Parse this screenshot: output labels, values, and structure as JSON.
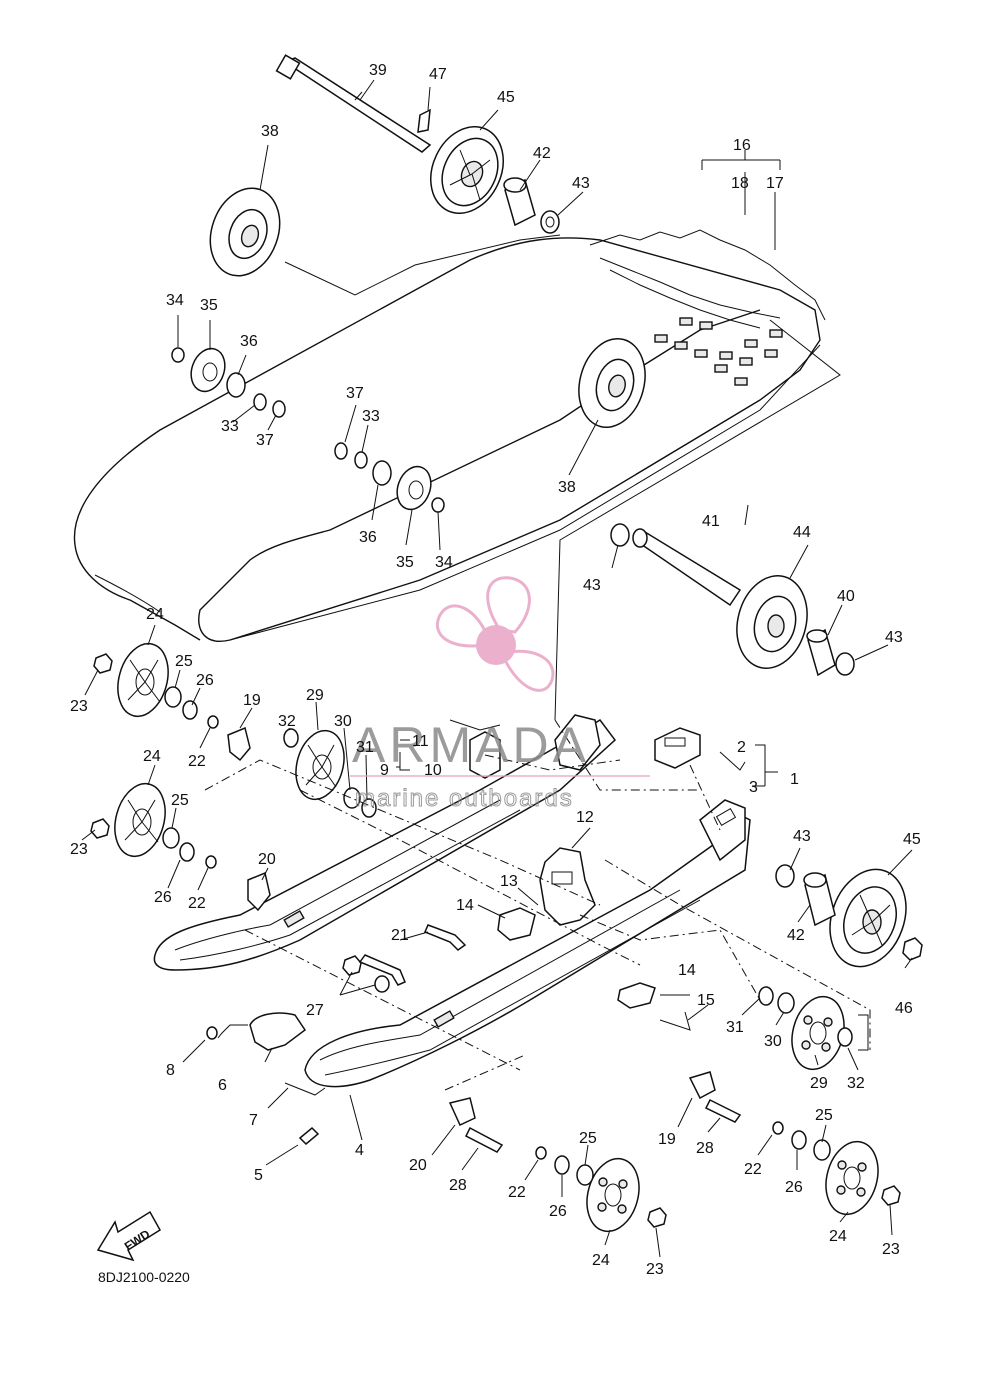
{
  "diagram_code": "8DJ2100-0220",
  "fwd_label": "FWD",
  "watermark": {
    "title": "ARMADA",
    "subtitle": "marine outboards",
    "color": "#e8a3c4"
  },
  "callouts": [
    {
      "id": "c1",
      "label": "1"
    },
    {
      "id": "c2",
      "label": "2"
    },
    {
      "id": "c3",
      "label": "3"
    },
    {
      "id": "c4",
      "label": "4"
    },
    {
      "id": "c5",
      "label": "5"
    },
    {
      "id": "c6",
      "label": "6"
    },
    {
      "id": "c7",
      "label": "7"
    },
    {
      "id": "c8",
      "label": "8"
    },
    {
      "id": "c9",
      "label": "9"
    },
    {
      "id": "c10",
      "label": "10"
    },
    {
      "id": "c11",
      "label": "11"
    },
    {
      "id": "c12",
      "label": "12"
    },
    {
      "id": "c13",
      "label": "13"
    },
    {
      "id": "c14a",
      "label": "14"
    },
    {
      "id": "c14b",
      "label": "14"
    },
    {
      "id": "c15",
      "label": "15"
    },
    {
      "id": "c16",
      "label": "16"
    },
    {
      "id": "c17",
      "label": "17"
    },
    {
      "id": "c18",
      "label": "18"
    },
    {
      "id": "c19a",
      "label": "19"
    },
    {
      "id": "c19b",
      "label": "19"
    },
    {
      "id": "c20a",
      "label": "20"
    },
    {
      "id": "c20b",
      "label": "20"
    },
    {
      "id": "c21",
      "label": "21"
    },
    {
      "id": "c22a",
      "label": "22"
    },
    {
      "id": "c22b",
      "label": "22"
    },
    {
      "id": "c22c",
      "label": "22"
    },
    {
      "id": "c22d",
      "label": "22"
    },
    {
      "id": "c23a",
      "label": "23"
    },
    {
      "id": "c23b",
      "label": "23"
    },
    {
      "id": "c23c",
      "label": "23"
    },
    {
      "id": "c23d",
      "label": "23"
    },
    {
      "id": "c24a",
      "label": "24"
    },
    {
      "id": "c24b",
      "label": "24"
    },
    {
      "id": "c24c",
      "label": "24"
    },
    {
      "id": "c24d",
      "label": "24"
    },
    {
      "id": "c25a",
      "label": "25"
    },
    {
      "id": "c25b",
      "label": "25"
    },
    {
      "id": "c25c",
      "label": "25"
    },
    {
      "id": "c25d",
      "label": "25"
    },
    {
      "id": "c26a",
      "label": "26"
    },
    {
      "id": "c26b",
      "label": "26"
    },
    {
      "id": "c26c",
      "label": "26"
    },
    {
      "id": "c26d",
      "label": "26"
    },
    {
      "id": "c27",
      "label": "27"
    },
    {
      "id": "c28a",
      "label": "28"
    },
    {
      "id": "c28b",
      "label": "28"
    },
    {
      "id": "c29a",
      "label": "29"
    },
    {
      "id": "c29b",
      "label": "29"
    },
    {
      "id": "c30a",
      "label": "30"
    },
    {
      "id": "c30b",
      "label": "30"
    },
    {
      "id": "c31a",
      "label": "31"
    },
    {
      "id": "c31b",
      "label": "31"
    },
    {
      "id": "c32a",
      "label": "32"
    },
    {
      "id": "c32b",
      "label": "32"
    },
    {
      "id": "c33a",
      "label": "33"
    },
    {
      "id": "c33b",
      "label": "33"
    },
    {
      "id": "c34a",
      "label": "34"
    },
    {
      "id": "c34b",
      "label": "34"
    },
    {
      "id": "c35a",
      "label": "35"
    },
    {
      "id": "c35b",
      "label": "35"
    },
    {
      "id": "c36a",
      "label": "36"
    },
    {
      "id": "c36b",
      "label": "36"
    },
    {
      "id": "c37a",
      "label": "37"
    },
    {
      "id": "c37b",
      "label": "37"
    },
    {
      "id": "c38a",
      "label": "38"
    },
    {
      "id": "c38b",
      "label": "38"
    },
    {
      "id": "c39",
      "label": "39"
    },
    {
      "id": "c40",
      "label": "40"
    },
    {
      "id": "c41",
      "label": "41"
    },
    {
      "id": "c42a",
      "label": "42"
    },
    {
      "id": "c42b",
      "label": "42"
    },
    {
      "id": "c43a",
      "label": "43"
    },
    {
      "id": "c43b",
      "label": "43"
    },
    {
      "id": "c43c",
      "label": "43"
    },
    {
      "id": "c43d",
      "label": "43"
    },
    {
      "id": "c44",
      "label": "44"
    },
    {
      "id": "c45a",
      "label": "45"
    },
    {
      "id": "c45b",
      "label": "45"
    },
    {
      "id": "c46",
      "label": "46"
    },
    {
      "id": "c47",
      "label": "47"
    }
  ]
}
